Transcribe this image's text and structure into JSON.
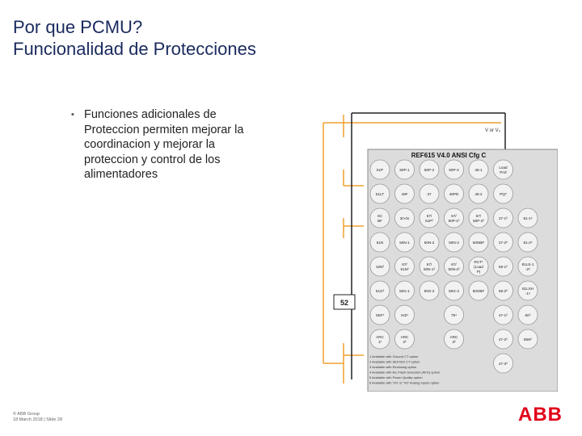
{
  "title": {
    "line1": "Por que PCMU?",
    "line2": "Funcionalidad de Protecciones"
  },
  "bullet": {
    "mark": "▪",
    "text": "Funciones adicionales de Proteccion permiten mejorar la coordinacion y mejorar la proteccion y control de los alimentadores"
  },
  "footer": {
    "line1": "© ABB Group",
    "line2": "18 March 2018 | Slide 28"
  },
  "logo": {
    "text": "ABB",
    "color": "#e2001a"
  },
  "diagram": {
    "panel_title": "REF615 V4.0 ANSI Cfg C",
    "breaker_label": "52",
    "top_label": "V or V₀",
    "rows": [
      [
        "51P",
        "50P-1",
        "50P-2",
        "50P-3",
        "46-1",
        "Load Prof"
      ],
      [
        "51LT",
        "49F",
        "37",
        "46PD",
        "46-2",
        "PQ⁵"
      ],
      [
        "SC BF",
        "3I>/Io",
        "67/ 51P²",
        "67/ 50P-1²",
        "67/ 50P-2²",
        "27-1⁰",
        "81-1⁶"
      ],
      [
        "51N",
        "50N-1",
        "50N-2",
        "50N-3",
        "50NBF",
        "27-2⁰",
        "81-2⁶"
      ],
      [
        "32N²",
        "67/ 51N²",
        "67/ 50N-1²",
        "67/ 50N-2²",
        "RCT¹ (Load P)",
        "59-1⁰",
        "81LS-1 -2⁶"
      ],
      [
        "51G³",
        "50G-1",
        "50G-2",
        "50G-3",
        "50GBF",
        "59-2⁰",
        "81LSH -1⁶"
      ],
      [
        "SEF¹",
        "HIZ¹",
        "79⁴",
        "47-1⁰",
        "60⁰"
      ],
      [
        "ARC 1²",
        "ARC 2²",
        "ARC 3²",
        "47-2⁰",
        "59N⁰"
      ],
      [
        "27-3⁰"
      ]
    ],
    "notes": [
      "1 Available with Ground CT option",
      "2 Available with SEF/HIZ CT option",
      "3 Available with Reclosing option",
      "4 Available with Arc Flash Detection (AFD) option",
      "5 Available with Power Quality option",
      "6 Available with 'VO' or 'VO' Analog Inputs option"
    ],
    "colors": {
      "orange": "#f0a030",
      "panel": "#dcdcdc",
      "circle": "#f2f2f2",
      "line": "#222222"
    }
  }
}
